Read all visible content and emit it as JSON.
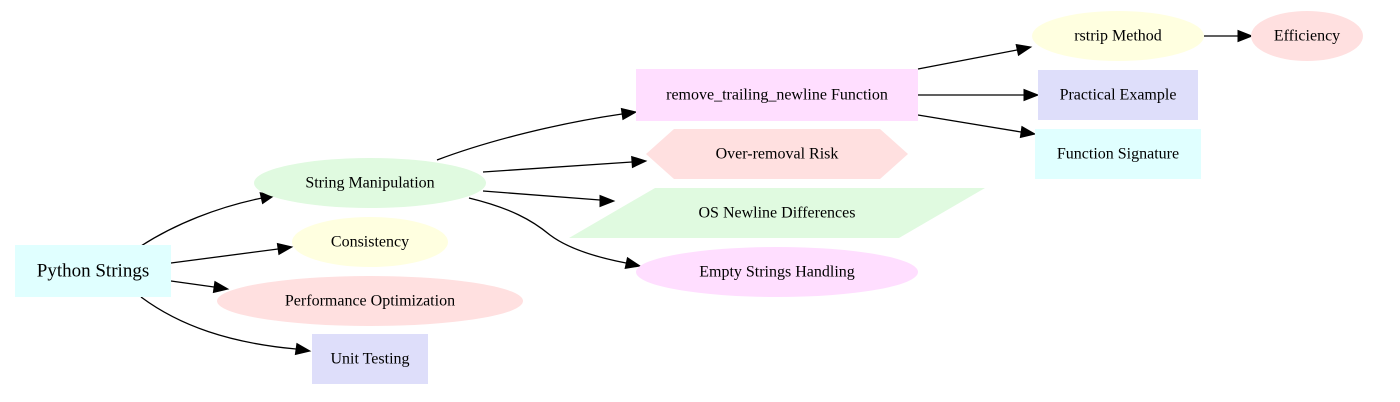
{
  "diagram": {
    "type": "directed-graph",
    "colors": {
      "cyan": "#e0ffff",
      "green": "#e0fae0",
      "yellow": "#ffffe0",
      "pink": "#ffe0e0",
      "lavender": "#dedefa",
      "magenta": "#ffdeff"
    },
    "nodes": [
      {
        "id": "python_strings",
        "label": "Python Strings",
        "shape": "box",
        "color": "#e0ffff"
      },
      {
        "id": "string_manipulation",
        "label": "String Manipulation",
        "shape": "ellipse",
        "color": "#e0fae0"
      },
      {
        "id": "consistency",
        "label": "Consistency",
        "shape": "ellipse",
        "color": "#ffffe0"
      },
      {
        "id": "performance_optimization",
        "label": "Performance Optimization",
        "shape": "ellipse",
        "color": "#ffe0e0"
      },
      {
        "id": "unit_testing",
        "label": "Unit Testing",
        "shape": "box",
        "color": "#dedefa"
      },
      {
        "id": "remove_trailing_newline",
        "label": "remove_trailing_newline Function",
        "shape": "box",
        "color": "#ffdeff"
      },
      {
        "id": "over_removal_risk",
        "label": "Over-removal Risk",
        "shape": "hexagon",
        "color": "#ffe0e0"
      },
      {
        "id": "os_newline_differences",
        "label": "OS Newline Differences",
        "shape": "parallelogram",
        "color": "#e0fae0"
      },
      {
        "id": "empty_strings_handling",
        "label": "Empty Strings Handling",
        "shape": "ellipse",
        "color": "#ffdeff"
      },
      {
        "id": "rstrip_method",
        "label": "rstrip Method",
        "shape": "ellipse",
        "color": "#ffffe0"
      },
      {
        "id": "practical_example",
        "label": "Practical Example",
        "shape": "box",
        "color": "#dedefa"
      },
      {
        "id": "function_signature",
        "label": "Function Signature",
        "shape": "box",
        "color": "#e0ffff"
      },
      {
        "id": "efficiency",
        "label": "Efficiency",
        "shape": "ellipse",
        "color": "#ffe0e0"
      }
    ],
    "edges": [
      {
        "from": "python_strings",
        "to": "string_manipulation"
      },
      {
        "from": "python_strings",
        "to": "consistency"
      },
      {
        "from": "python_strings",
        "to": "performance_optimization"
      },
      {
        "from": "python_strings",
        "to": "unit_testing"
      },
      {
        "from": "string_manipulation",
        "to": "remove_trailing_newline"
      },
      {
        "from": "string_manipulation",
        "to": "over_removal_risk"
      },
      {
        "from": "string_manipulation",
        "to": "os_newline_differences"
      },
      {
        "from": "string_manipulation",
        "to": "empty_strings_handling"
      },
      {
        "from": "remove_trailing_newline",
        "to": "rstrip_method"
      },
      {
        "from": "remove_trailing_newline",
        "to": "practical_example"
      },
      {
        "from": "remove_trailing_newline",
        "to": "function_signature"
      },
      {
        "from": "rstrip_method",
        "to": "efficiency"
      }
    ]
  }
}
